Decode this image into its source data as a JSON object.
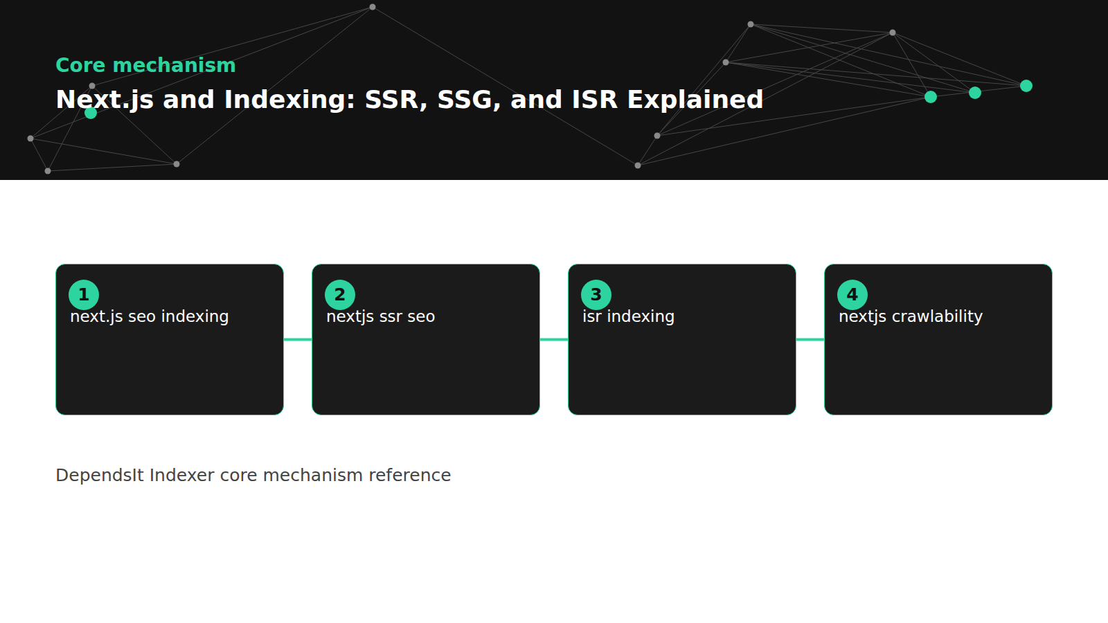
{
  "diagram": {
    "title": "Next.js and Indexing: SSR, SSG, and ISR Explained",
    "caption": "DependsIt Indexer core mechanism reference",
    "nodes": [
      {
        "text": [
          "1",
          "next.js seo indexing"
        ]
      },
      {
        "text": [
          "2",
          "nextjs ssr seo"
        ]
      },
      {
        "text": [
          "3",
          "isr indexing"
        ]
      },
      {
        "text": [
          "4",
          "nextjs crawlability"
        ]
      }
    ],
    "edges": [
      {
        "from": 0,
        "to": 1,
        "arrow": "none"
      },
      {
        "from": 1,
        "to": 2,
        "arrow": "none"
      },
      {
        "from": 2,
        "to": 3,
        "arrow": "none"
      }
    ],
    "labels": [
      "Core mechanism"
    ]
  }
}
